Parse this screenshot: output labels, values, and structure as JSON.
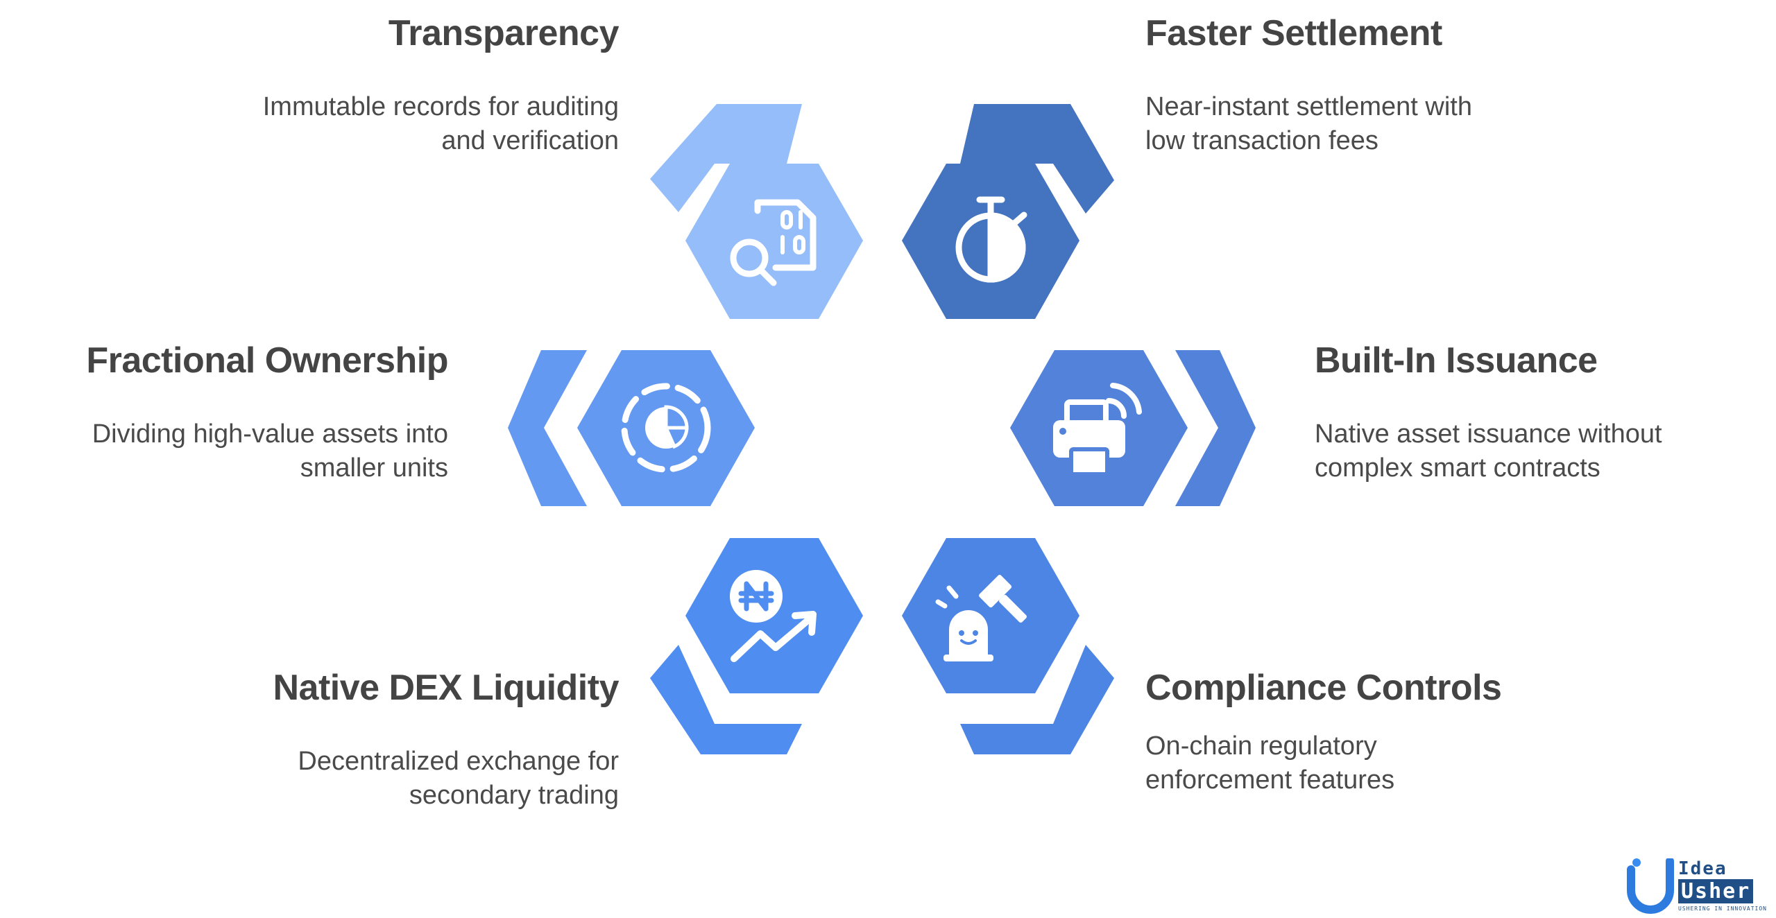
{
  "features": [
    {
      "key": "transparency",
      "title": "Transparency",
      "desc1": "Immutable records for auditing",
      "desc2": "and verification",
      "color": "#94BDFA",
      "icon": "document-search-icon"
    },
    {
      "key": "settlement",
      "title": "Faster Settlement",
      "desc1": "Near-instant settlement with",
      "desc2": "low transaction fees",
      "color": "#4473BF",
      "icon": "stopwatch-icon"
    },
    {
      "key": "fractional",
      "title": "Fractional Ownership",
      "desc1": "Dividing high-value assets into",
      "desc2": "smaller units",
      "color": "#6499F1",
      "icon": "pie-chart-icon"
    },
    {
      "key": "issuance",
      "title": "Built-In Issuance",
      "desc1": "Native asset issuance without",
      "desc2": "complex smart contracts",
      "color": "#5282DA",
      "icon": "printer-icon"
    },
    {
      "key": "liquidity",
      "title": "Native DEX Liquidity",
      "desc1": "Decentralized exchange for",
      "desc2": "secondary trading",
      "color": "#4F8DF1",
      "icon": "naira-growth-icon"
    },
    {
      "key": "compliance",
      "title": "Compliance Controls",
      "desc1": "On-chain regulatory",
      "desc2": "enforcement features",
      "color": "#4D85E4",
      "icon": "alarm-gavel-icon"
    }
  ],
  "logo": {
    "line1": "Idea",
    "line2": "Usher",
    "tagline": "USHERING IN INNOVATION",
    "color": "#1F4F86"
  }
}
